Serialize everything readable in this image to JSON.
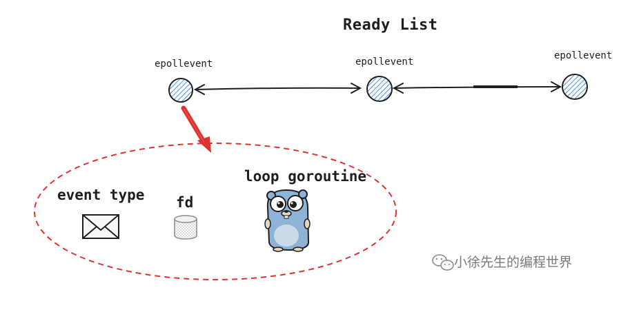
{
  "title": "Ready List",
  "nodes": [
    {
      "label": "epollevent"
    },
    {
      "label": "epollevent"
    },
    {
      "label": "epollevent"
    }
  ],
  "group": {
    "event_type_label": "event type",
    "fd_label": "fd",
    "goroutine_label": "loop goroutine"
  },
  "watermark": "小徐先生的编程世界",
  "colors": {
    "node_hatch": "#4a90e2",
    "stroke": "#1e1e1e",
    "dashed_ellipse": "#e03131",
    "pointer_arrow": "#e03131",
    "gopher_body": "#8fb3d6"
  },
  "icons": [
    "envelope-icon",
    "database-cylinder-icon",
    "gopher-mascot-icon",
    "wechat-icon"
  ]
}
